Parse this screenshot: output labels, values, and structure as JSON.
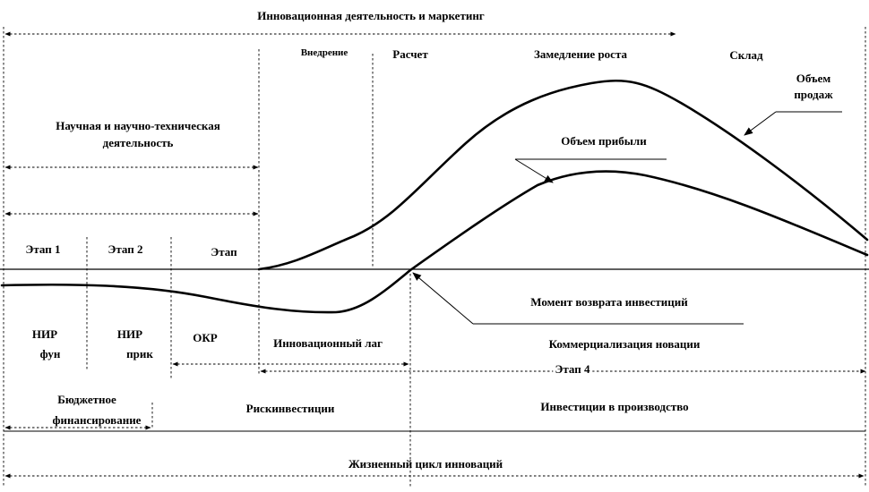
{
  "labels": {
    "innovation_marketing": "Инновационная деятельность и маркетинг",
    "implementation": "Внедрение",
    "growth": "Расчет",
    "slowdown": "Замедление роста",
    "decline": "Склад",
    "sales_volume_line1": "Объем",
    "sales_volume_line2": "продаж",
    "science_line1": "Научная и научно-техническая",
    "science_line2": "деятельность",
    "profit_volume": "Объем прибыли",
    "stage1": "Этап 1",
    "stage2": "Этап 2",
    "stage3": "Этап",
    "payback": "Момент возврата инвестиций",
    "nir1_line1": "НИР",
    "nir1_line2": "фун",
    "nir2_line1": "НИР",
    "nir2_line2": "прик",
    "okr": "ОКР",
    "innovation_lag": "Инновационный лаг",
    "commercialization": "Коммерциализация новации",
    "stage4": "Этап 4",
    "budget_line1": "Бюджетное",
    "budget_line2": "финансирование",
    "risk_investments": "Рискинвестиции",
    "production_investments": "Инвестиции в производство",
    "life_cycle": "Жизненный цикл инноваций"
  },
  "colors": {
    "ink": "#000000",
    "background": "#ffffff"
  }
}
